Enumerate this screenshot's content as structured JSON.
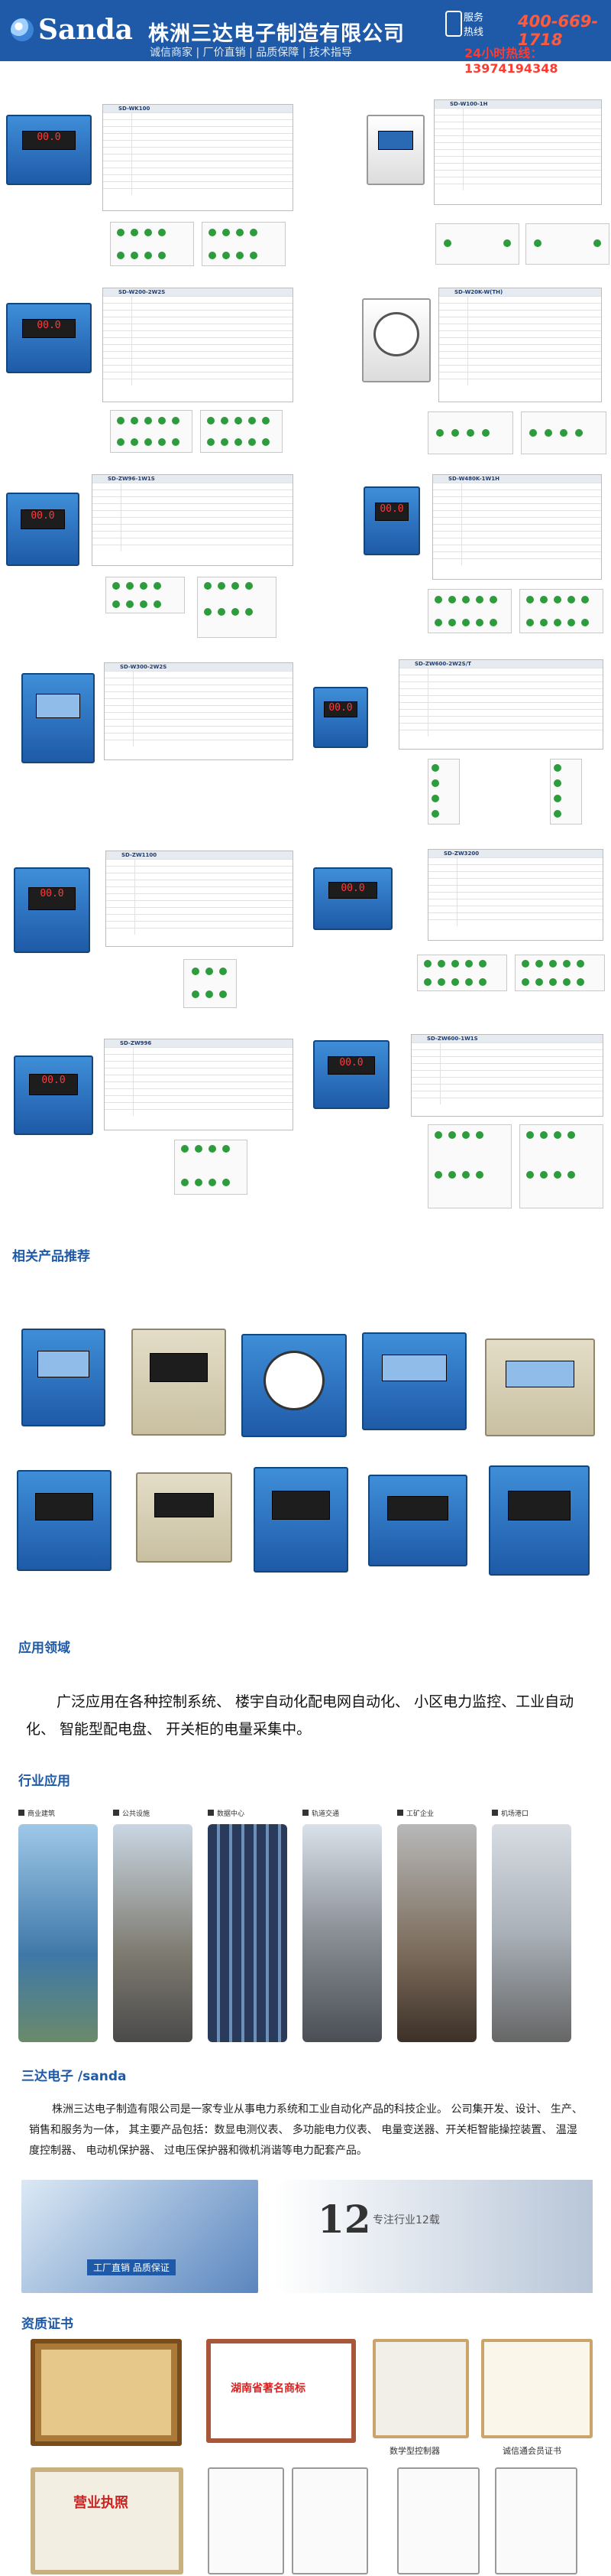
{
  "header": {
    "logo": "Sanda",
    "company": "株洲三达电子制造有限公司",
    "slogans": [
      "诚信商家",
      "厂价直销",
      "品质保障",
      "技术指导"
    ],
    "hotline_label_1": "服务",
    "hotline_label_2": "热线",
    "phone": "400-669-1718",
    "mobile": "24小时热线：13974194348"
  },
  "products": [
    {
      "model": "SD-WK100",
      "device_text": "00.0"
    },
    {
      "model": "SD-W100-1H",
      "device_text": ""
    },
    {
      "model": "SD-W200-2W2S",
      "device_text": "00.0"
    },
    {
      "model": "SD-W20K-W(TH)",
      "device_text": ""
    },
    {
      "model": "SD-ZW96-1W1S",
      "device_text": "00.0"
    },
    {
      "model": "SD-W480K-1W1H",
      "device_text": "00.0"
    },
    {
      "model": "SD-W300-2W2S",
      "device_text": ""
    },
    {
      "model": "SD-ZW600-2W2S/T",
      "device_text": "00.0"
    },
    {
      "model": "SD-ZW1100",
      "device_text": "00.0"
    },
    {
      "model": "SD-ZW3200",
      "device_text": "00.0"
    },
    {
      "model": "SD-ZW996",
      "device_text": "00.0"
    },
    {
      "model": "SD-ZW600-1W1S",
      "device_text": "00.0"
    }
  ],
  "sections": {
    "recommend": "相关产品推荐",
    "application": "应用领域",
    "industry": "行业应用",
    "about": "三达电子 /sanda",
    "cert": "资质证书"
  },
  "application_text": "广泛应用在各种控制系统、 楼宇自动化配电网自动化、 小区电力监控、工业自动化、 智能型配电盘、 开关柜的电量采集中。",
  "industry_tiles": [
    "商业建筑",
    "公共设施",
    "数据中心",
    "轨道交通",
    "工矿企业",
    "机场港口"
  ],
  "about_text": "株洲三达电子制造有限公司是一家专业从事电力系统和工业自动化产品的科技企业。 公司集开发、设计、 生产、 销售和服务为一体， 其主要产品包括：数显电测仪表、 多功能电力仪表、 电量变送器、开关柜智能操控装置、 温湿度控制器、 电动机保护器、 过电压保护器和微机消谐等电力配套产品。",
  "banner": {
    "left_text": "工厂直销 品质保证",
    "right_big": "12",
    "right_text": "专注行业12载"
  },
  "certs": [
    {
      "text": "湖南省著名商标"
    },
    {
      "text": "数学型控制器"
    },
    {
      "text": "诚信通会员证书"
    },
    {
      "text": "营业执照"
    }
  ]
}
